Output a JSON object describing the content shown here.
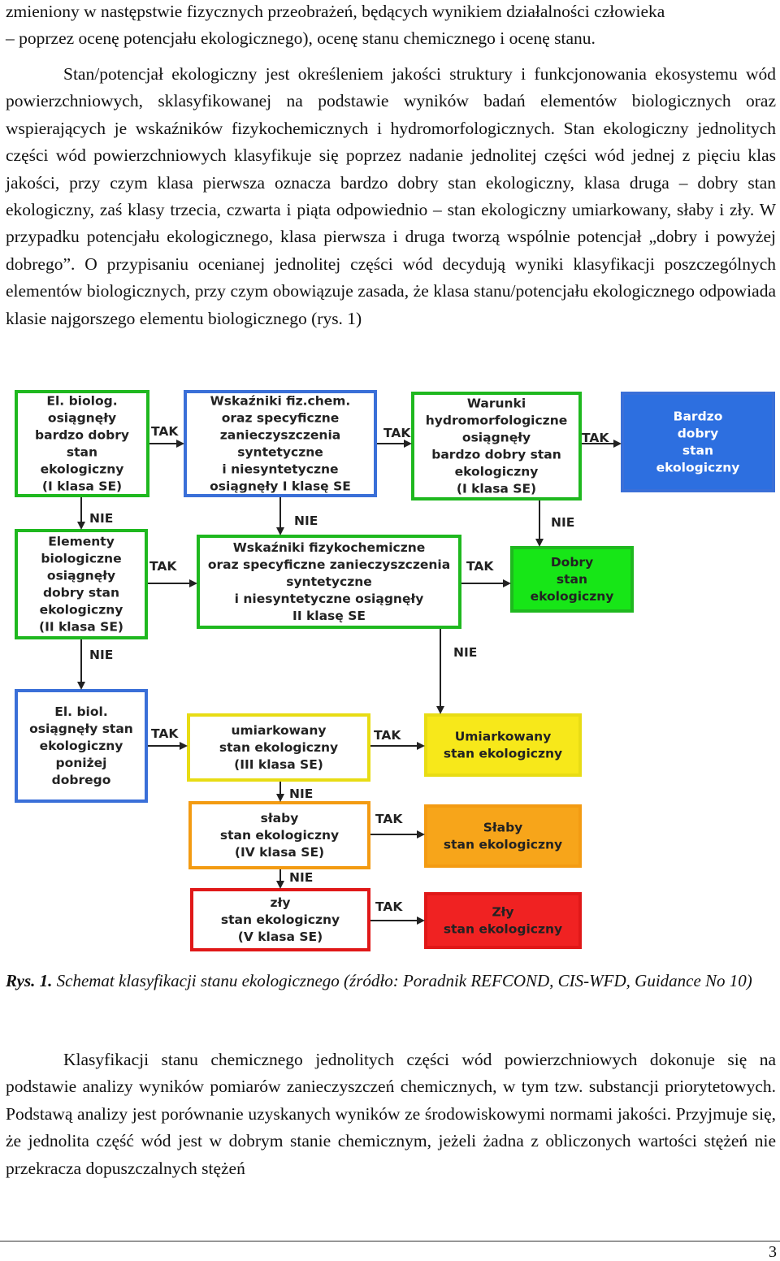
{
  "text_top": {
    "line1": "zmieniony w następstwie fizycznych przeobrażeń, będących wynikiem działalności człowieka",
    "line2": "– poprzez ocenę potencjału ekologicznego), ocenę stanu chemicznego i ocenę stanu.",
    "paragraph": "Stan/potencjał ekologiczny jest określeniem jakości struktury i funkcjonowania ekosystemu wód powierzchniowych, sklasyfikowanej na podstawie wyników badań elementów biologicznych oraz wspierających je wskaźników fizykochemicznych i hydromorfologicznych. Stan ekologiczny jednolitych części wód powierzchniowych klasyfikuje się poprzez nadanie jednolitej części wód jednej z pięciu klas jakości, przy czym klasa pierwsza oznacza bardzo dobry stan ekologiczny, klasa druga – dobry stan ekologiczny, zaś klasy trzecia, czwarta i piąta odpowiednio – stan ekologiczny umiarkowany, słaby i zły. W przypadku potencjału ekologicznego, klasa pierwsza i druga tworzą wspólnie potencjał „dobry i powyżej dobrego”. O przypisaniu ocenianej jednolitej części wód decydują wyniki klasyfikacji poszczególnych elementów biologicznych, przy czym obowiązuje zasada, że klasa stanu/potencjału ekologicznego odpowiada klasie najgorszego elementu biologicznego (rys. 1)"
  },
  "diagram": {
    "colors": {
      "blue": "#2d6fe0",
      "green": "#17e617",
      "yellow": "#f7e81a",
      "orange": "#f7a51a",
      "red": "#f02222",
      "white": "#ffffff",
      "frame_blue": "#3a6fd8",
      "frame_green": "#1fb81f",
      "frame_yellow": "#e8dc14",
      "frame_orange": "#f39b12",
      "frame_red": "#e01818"
    },
    "boxes": {
      "b1": [
        "El. biolog.",
        "osiągnęły",
        "bardzo dobry",
        "stan",
        "ekologiczny",
        "(I klasa SE)"
      ],
      "b2": [
        "Wskaźniki fiz.chem.",
        "oraz specyficzne",
        "zanieczyszczenia",
        "syntetyczne",
        "i niesyntetyczne",
        "osiągnęły I klasę SE"
      ],
      "b3": [
        "Warunki",
        "hydromorfologiczne",
        "osiągnęły",
        "bardzo dobry stan",
        "ekologiczny",
        "(I klasa SE)"
      ],
      "b4": [
        "Bardzo",
        "dobry",
        "stan",
        "ekologiczny"
      ],
      "b5": [
        "Elementy",
        "biologiczne",
        "osiągnęły",
        "dobry stan",
        "ekologiczny",
        "(II klasa SE)"
      ],
      "b6": [
        "Wskaźniki fizykochemiczne",
        "oraz specyficzne zanieczyszczenia",
        "syntetyczne",
        "i niesyntetyczne osiągnęły",
        "II klasę SE"
      ],
      "b7": [
        "Dobry",
        "stan",
        "ekologiczny"
      ],
      "b8": [
        "El. biol.",
        "osiągnęły stan",
        "ekologiczny",
        "poniżej",
        "dobrego"
      ],
      "b9": [
        "umiarkowany",
        "stan ekologiczny",
        "(III klasa SE)"
      ],
      "b10": [
        "Umiarkowany",
        "stan ekologiczny"
      ],
      "b11": [
        "słaby",
        "stan ekologiczny",
        "(IV klasa SE)"
      ],
      "b12": [
        "Słaby",
        "stan ekologiczny"
      ],
      "b13": [
        "zły",
        "stan ekologiczny",
        "(V klasa SE)"
      ],
      "b14": [
        "Zły",
        "stan ekologiczny"
      ]
    },
    "yes_label": "TAK",
    "no_label": "NIE"
  },
  "caption": {
    "label": "Rys. 1.",
    "text": " Schemat klasyfikacji stanu ekologicznego (źródło: Poradnik REFCOND, CIS-WFD, Guidance No 10)"
  },
  "text_bottom": {
    "paragraph": "Klasyfikacji stanu chemicznego jednolitych części wód powierzchniowych dokonuje się na podstawie analizy wyników pomiarów zanieczyszczeń chemicznych, w tym tzw. substancji priorytetowych. Podstawą analizy jest porównanie uzyskanych wyników ze środowiskowymi normami jakości. Przyjmuje się, że jednolita część wód jest w dobrym stanie chemicznym, jeżeli żadna z obliczonych wartości stężeń nie przekracza dopuszczalnych stężeń"
  },
  "footer": {
    "page_number": "3"
  }
}
